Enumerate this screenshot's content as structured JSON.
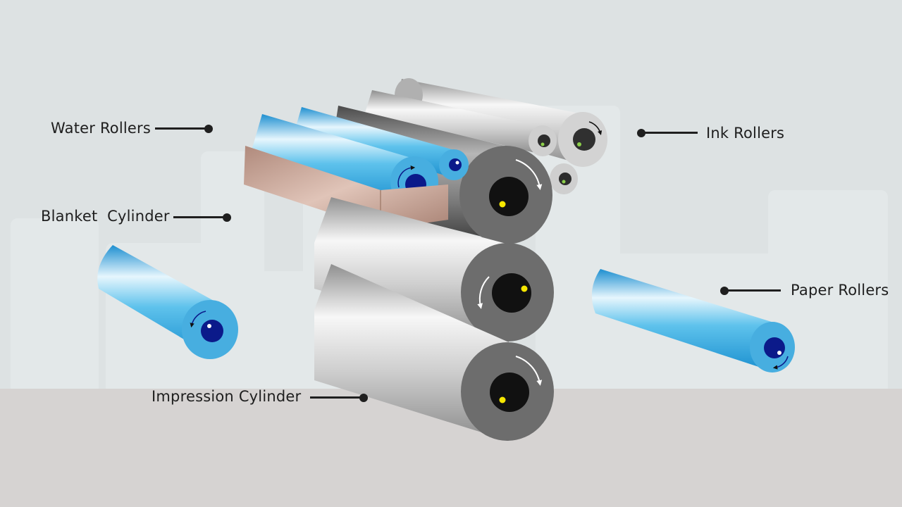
{
  "labels": {
    "water_rollers": "Water Rollers",
    "ink_rollers": "Ink Rollers",
    "blanket_cylinder": "Blanket  Cylinder",
    "paper_rollers": "Paper Rollers",
    "impression_cylinder": "Impression Cylinder"
  },
  "colors": {
    "background": "#dde2e3",
    "floor": "#d6d3d2",
    "water_roller": "#4db8e6",
    "ink_roller": "#d0d0d0",
    "cylinder_face": "#6e6e6e",
    "hub": "#111111",
    "axle_dot": "#f5e600",
    "tray": "#c9a89a"
  }
}
